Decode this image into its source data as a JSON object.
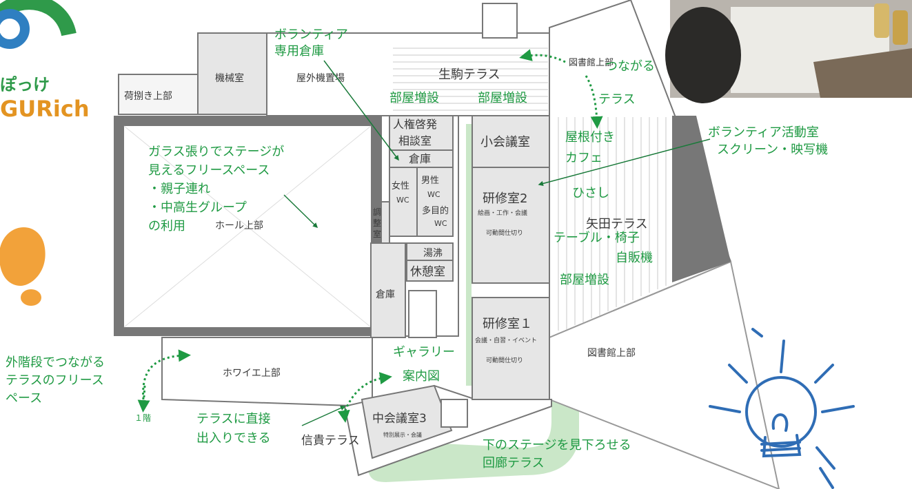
{
  "logo": {
    "line1": "ぽっけ",
    "line2": "GURich"
  },
  "rooms": {
    "kikaishitsu": "機械室",
    "okugaiki": "屋外機置場",
    "nisabaki": "荷捌き上部",
    "hall": "ホール上部",
    "jinken": [
      "人権啓発",
      "相談室"
    ],
    "souko_small": "倉庫",
    "josei": [
      "女性",
      "WC"
    ],
    "dansei": [
      "男性",
      "WC"
    ],
    "tamokuteki": [
      "多目的",
      "WC"
    ],
    "chousei": [
      "調",
      "整",
      "室"
    ],
    "yuwakashi": "湯沸",
    "kyuukei": "休憩室",
    "souko_large": "倉庫",
    "shoukaigi": "小会議室",
    "kenshu2": "研修室2",
    "kenshu2_sub": "絵画・工作・会議",
    "kenshu2_wall": "可動間仕切り",
    "kenshu1": "研修室１",
    "kenshu1_sub": "会議・自習・イベント",
    "kenshu1_wall": "可動間仕切り",
    "chukaigi": "中会議室3",
    "chukaigi_sub": "特別展示・会議",
    "howaie": "ホワイエ上部",
    "toshokan1": "図書館上部",
    "toshokan2": "図書館上部",
    "ikoma": "生駒テラス",
    "shigi": "信貴テラス",
    "yata": "矢田テラス"
  },
  "notes": {
    "volunteer_storage": [
      "ボランティア",
      "専用倉庫"
    ],
    "heya_zousetsu_1": "部屋増設",
    "heya_zousetsu_2": "部屋増設",
    "heya_zousetsu_3": "部屋増設",
    "tsunagaru_terrace": [
      "つながる",
      "テラス"
    ],
    "yane_cafe": [
      "屋根付き",
      "カフェ"
    ],
    "volunteer_room": [
      "ボランティア活動室",
      "スクリーン・映写機"
    ],
    "glass_stage": [
      "ガラス張りでステージが",
      "見えるフリースペース",
      "・親子連れ",
      "・中高生グループ",
      "の利用"
    ],
    "hisashi": "ひさし",
    "table_isu": "テーブル・椅子",
    "jihanki": "自販機",
    "gallery": "ギャラリー",
    "annaizu": "案内図",
    "sotokaidan": [
      "外階段でつながる",
      "テラスのフリース",
      "ペース"
    ],
    "ikkai": "１階",
    "terrace_direct": [
      "テラスに直接",
      "出入りできる"
    ],
    "kairou": [
      "下のステージを見下ろせる",
      "回廊テラス"
    ]
  },
  "colors": {
    "note_green": "#1f9a43",
    "highlight": "#9fd49a",
    "wall": "#777777",
    "room_fill": "#e6e6e6",
    "logo_blue": "#2f7fc1",
    "logo_orange": "#f2a23a",
    "lightbulb": "#2f6db5"
  },
  "photo": {
    "description_icon": "workshop-photo"
  }
}
